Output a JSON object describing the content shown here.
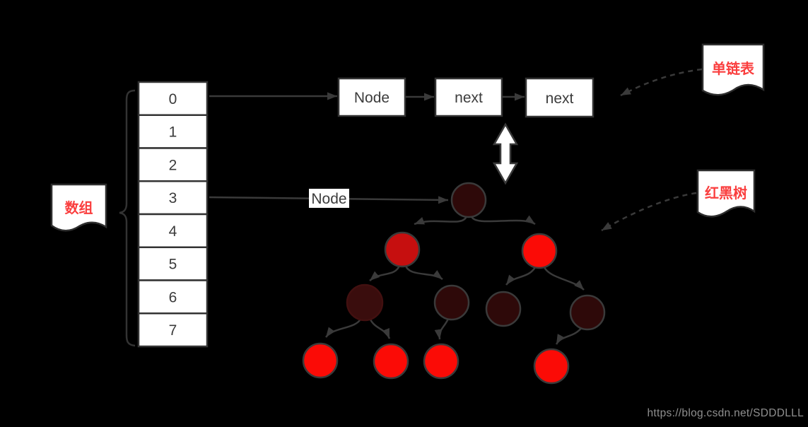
{
  "array": {
    "label": "数组",
    "indices": [
      "0",
      "1",
      "2",
      "3",
      "4",
      "5",
      "6",
      "7"
    ]
  },
  "linked_list": {
    "label": "单链表",
    "nodes": [
      "Node",
      "next",
      "next"
    ]
  },
  "tree": {
    "label": "红黑树",
    "entry_label": "Node"
  },
  "watermark": "https://blog.csdn.net/SDDDLLL",
  "colors": {
    "bright_red": "#fb0b06",
    "mid_red": "#c60f0f",
    "dark_maroon": "#2e0909",
    "dark_maroon_soft": "#3a0d0d",
    "label_red": "#fa3e3e",
    "line": "#3a3a3a"
  }
}
